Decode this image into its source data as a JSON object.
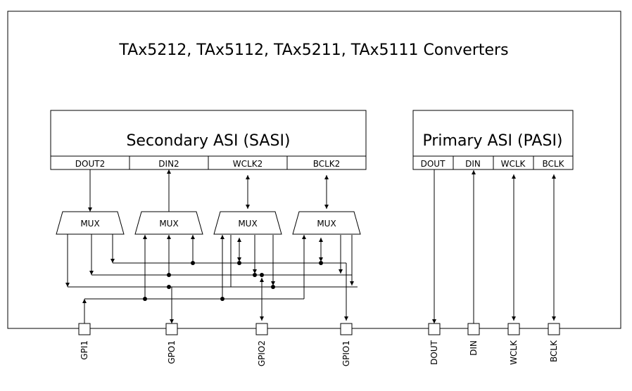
{
  "title": "TAx5212, TAx5112, TAx5211, TAx5111 Converters",
  "sasi": {
    "label": "Secondary ASI (SASI)",
    "signals": [
      "DOUT2",
      "DIN2",
      "WCLK2",
      "BCLK2"
    ]
  },
  "pasi": {
    "label": "Primary ASI (PASI)",
    "signals": [
      "DOUT",
      "DIN",
      "WCLK",
      "BCLK"
    ]
  },
  "mux": {
    "label": "MUX"
  },
  "pins": [
    "GPI1",
    "GPO1",
    "GPIO2",
    "GPIO1",
    "DOUT",
    "DIN",
    "WCLK",
    "BCLK"
  ]
}
